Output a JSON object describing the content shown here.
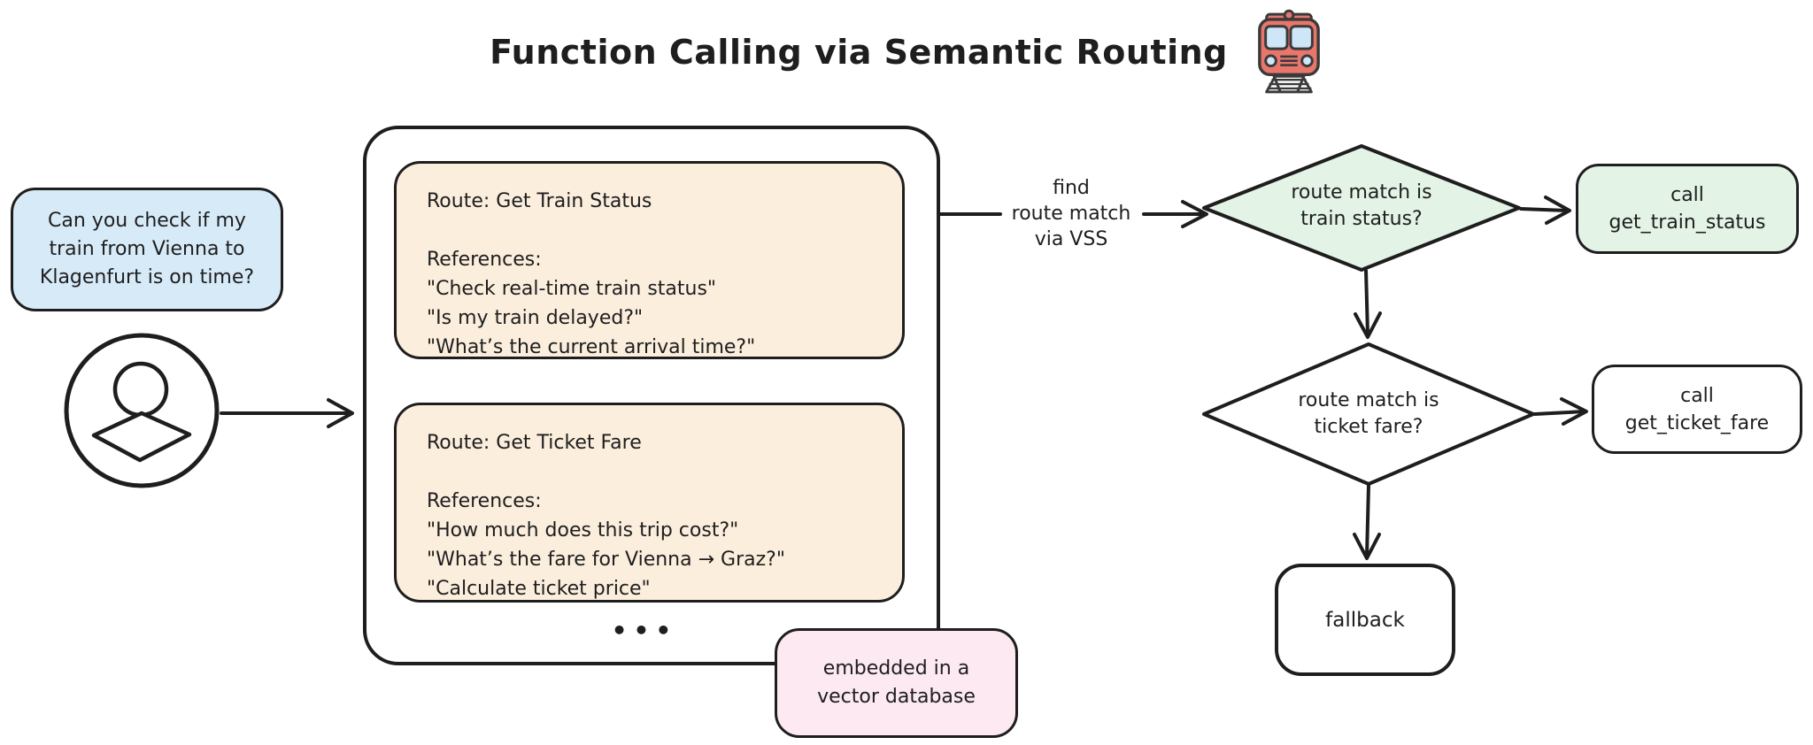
{
  "title": {
    "text": "Function Calling via Semantic Routing",
    "icon": "tram-emoji"
  },
  "user": {
    "bubble_text": "Can you check if my\ntrain from Vienna to\nKlagenfurt is on time?",
    "icon": "person-in-circle"
  },
  "routes": {
    "cards": [
      {
        "title": "Route: Get Train Status",
        "references_label": "References:",
        "references": [
          "\"Check real-time train status\"",
          "\"Is my train delayed?\"",
          "\"What’s the current arrival time?\""
        ]
      },
      {
        "title": "Route: Get Ticket Fare",
        "references_label": "References:",
        "references": [
          "\"How much does this trip cost?\"",
          "\"What’s the fare for Vienna → Graz?\"",
          "\"Calculate ticket price\""
        ]
      }
    ],
    "ellipsis": "•••",
    "vector_note": "embedded in a\nvector database"
  },
  "flow": {
    "match_arrow_label": "find\nroute match\nvia VSS",
    "decision_train_status": "route match is\ntrain status?",
    "call_train_status": "call\nget_train_status",
    "decision_ticket_fare": "route match is\nticket fare?",
    "call_ticket_fare": "call\nget_ticket_fare",
    "fallback": "fallback"
  },
  "colors": {
    "ink": "#1e1e1e",
    "bubble_blue": "#d7eaf8",
    "card_cream": "#fbeedd",
    "note_pink": "#fce9f1",
    "match_green": "#e3f3e6",
    "tram_red": "#e8766c",
    "tram_window_blue": "#cfe6f7"
  }
}
